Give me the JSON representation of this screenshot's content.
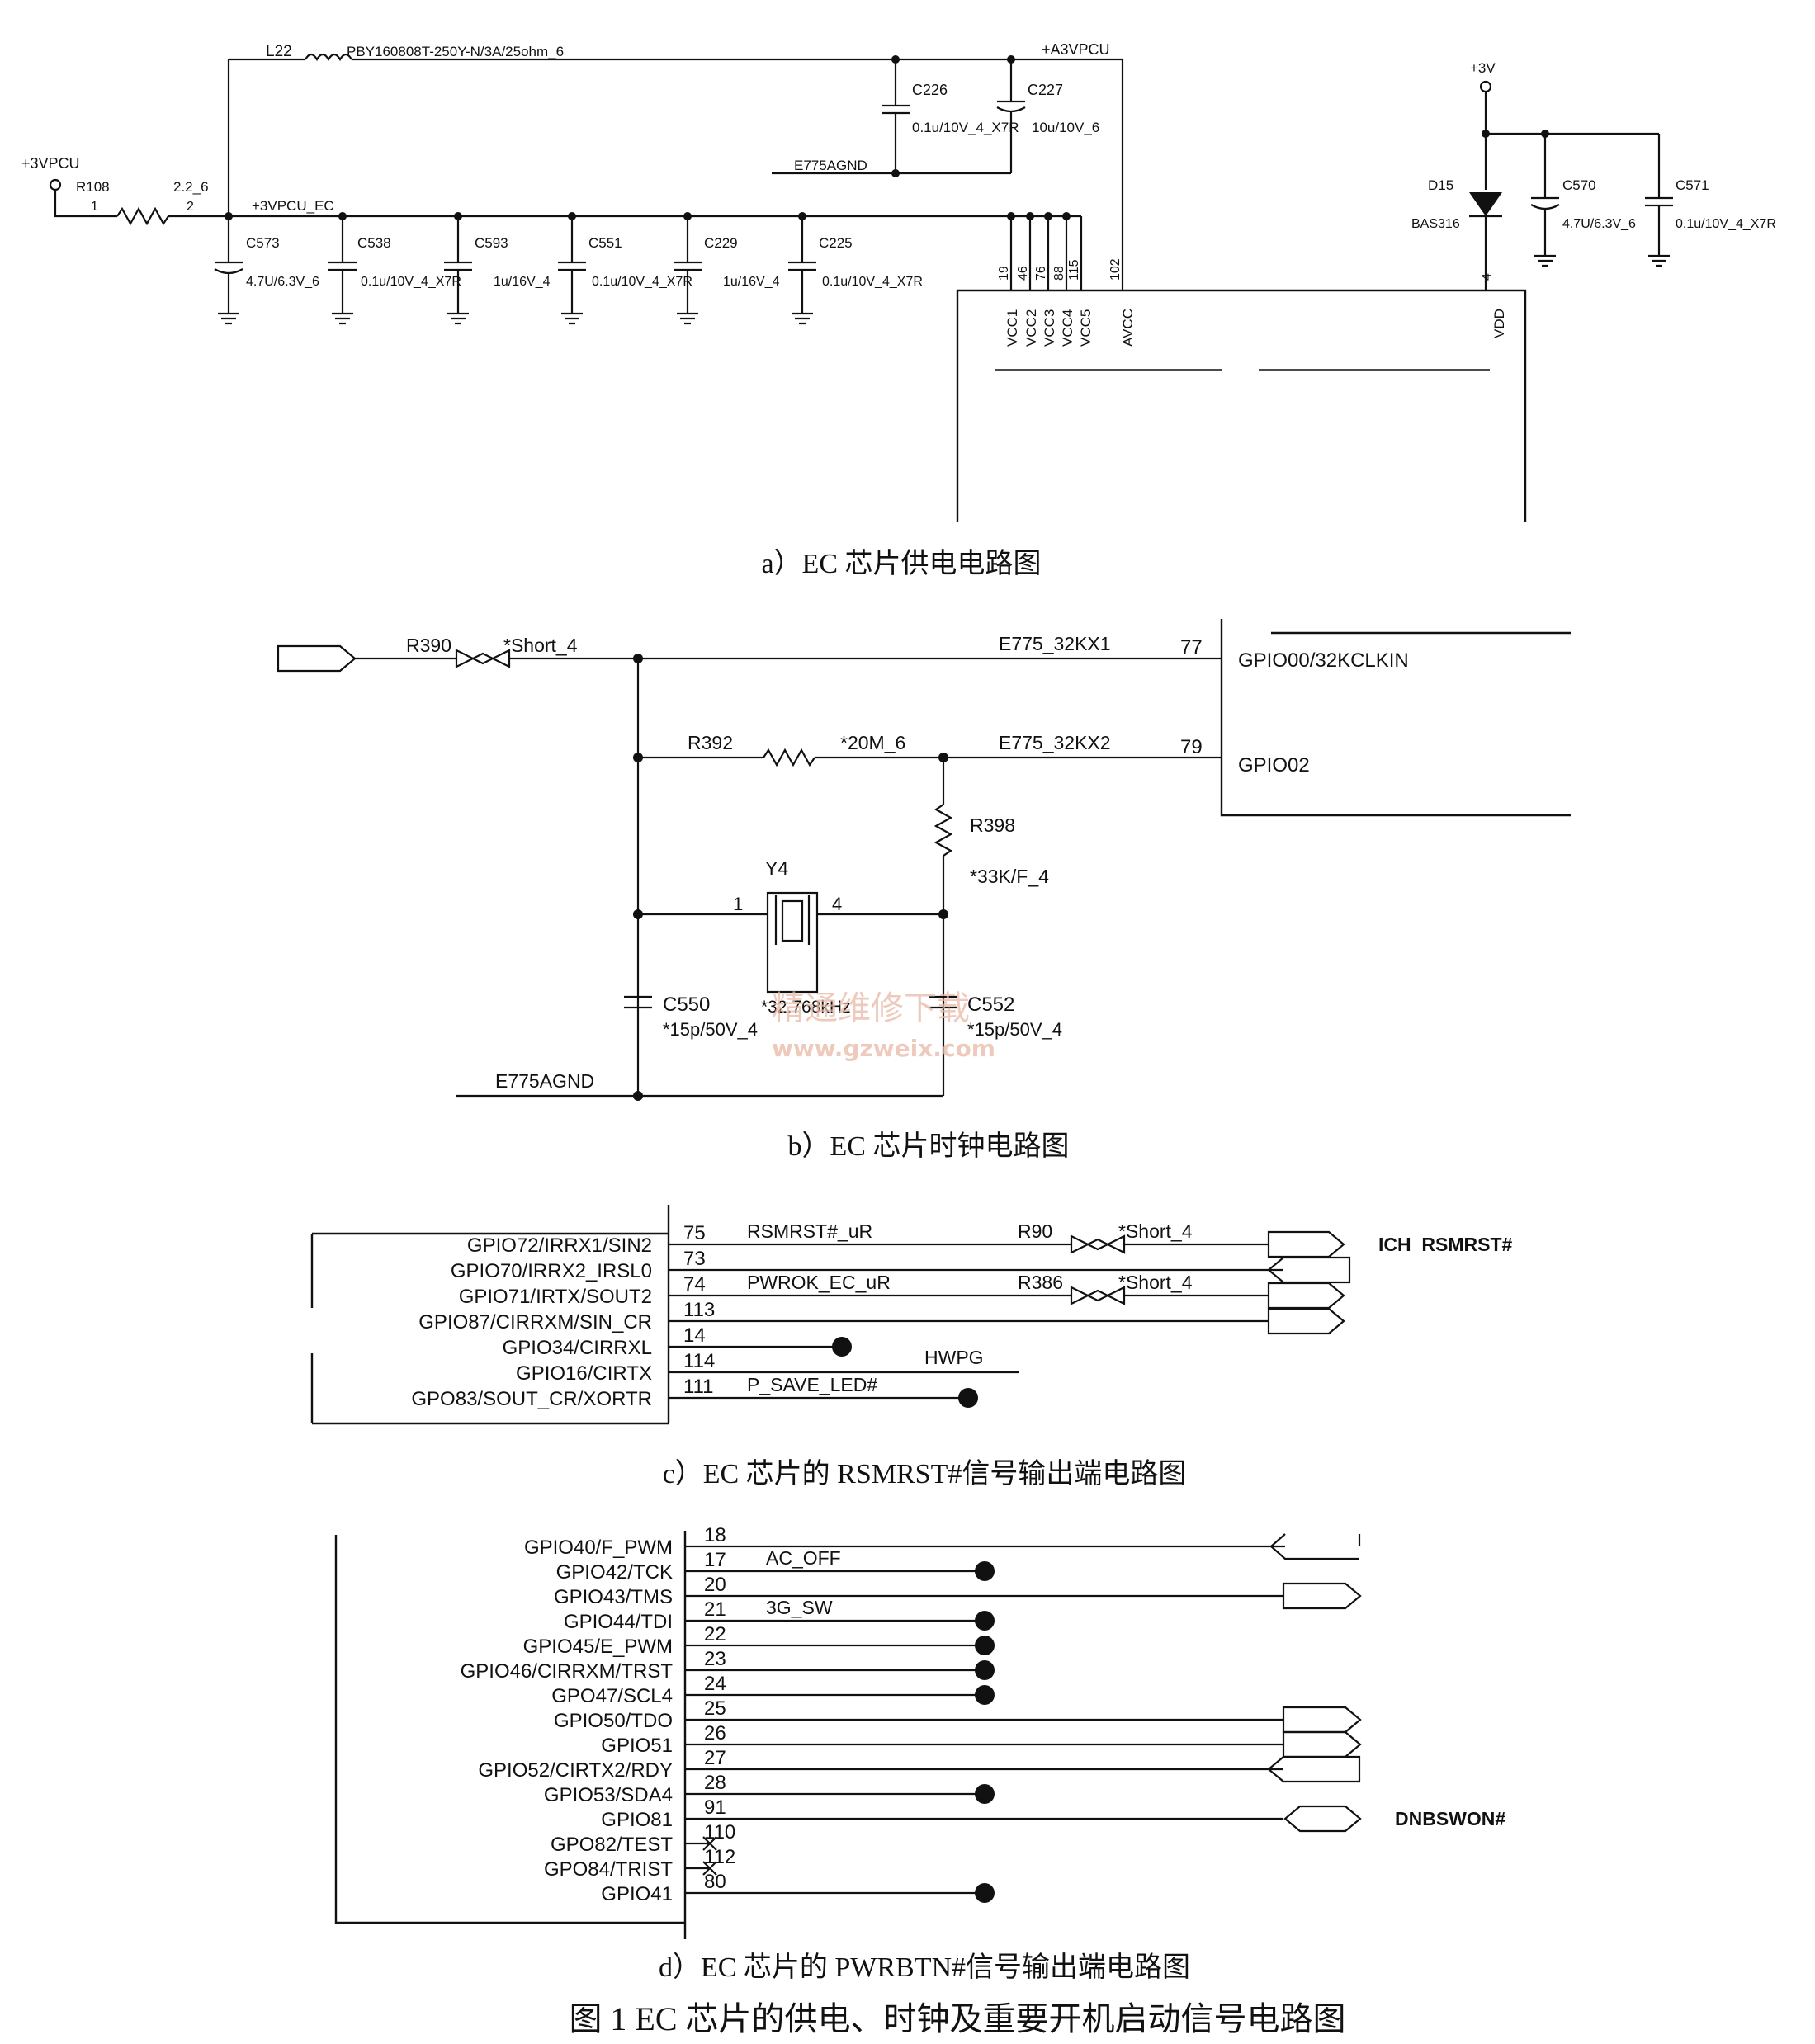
{
  "figure": {
    "title": "图 1   EC 芯片的供电、时钟及重要开机启动信号电路图"
  },
  "panel_a": {
    "caption": "a）EC 芯片供电电路图",
    "inductor": {
      "ref": "L22",
      "value": "PBY160808T-250Y-N/3A/25ohm_6"
    },
    "nets": {
      "a3vpcu": "+A3VPCU",
      "vpcu": "+3VPCU",
      "vpcu_ec": "+3VPCU_EC",
      "agnd": "E775AGND",
      "v3": "+3V"
    },
    "resistor": {
      "ref": "R108",
      "value": "2.2_6",
      "pin1": "1",
      "pin2": "2"
    },
    "caps_top": [
      {
        "ref": "C226",
        "value": "0.1u/10V_4_X7R"
      },
      {
        "ref": "C227",
        "value": "10u/10V_6"
      }
    ],
    "caps_row": [
      {
        "ref": "C573",
        "value": "4.7U/6.3V_6"
      },
      {
        "ref": "C538",
        "value": "0.1u/10V_4_X7R"
      },
      {
        "ref": "C593",
        "value": "1u/16V_4"
      },
      {
        "ref": "C551",
        "value": "0.1u/10V_4_X7R"
      },
      {
        "ref": "C229",
        "value": "1u/16V_4"
      },
      {
        "ref": "C225",
        "value": "0.1u/10V_4_X7R"
      }
    ],
    "diode": {
      "ref": "D15",
      "value": "BAS316"
    },
    "caps_right": [
      {
        "ref": "C570",
        "value": "4.7U/6.3V_6"
      },
      {
        "ref": "C571",
        "value": "0.1u/10V_4_X7R"
      }
    ],
    "pin_numbers": [
      "19",
      "46",
      "76",
      "88",
      "115",
      "102",
      "4"
    ],
    "pin_names": [
      "VCC1",
      "VCC2",
      "VCC3",
      "VCC4",
      "VCC5",
      "AVCC",
      "VDD"
    ]
  },
  "panel_b": {
    "caption": "b）EC 芯片时钟电路图",
    "r390": {
      "ref": "R390",
      "value": "*Short_4"
    },
    "r392": {
      "ref": "R392",
      "value": "*20M_6"
    },
    "r398": {
      "ref": "R398",
      "value": "*33K/F_4"
    },
    "crystal": {
      "ref": "Y4",
      "value": "*32.768kHz",
      "pin1": "1",
      "pin4": "4"
    },
    "c550": {
      "ref": "C550",
      "value": "*15p/50V_4"
    },
    "c552": {
      "ref": "C552",
      "value": "*15p/50V_4"
    },
    "agnd": "E775AGND",
    "net1": "E775_32KX1",
    "net2": "E775_32KX2",
    "pin77": "77",
    "pin79": "79",
    "gpio00": "GPIO00/32KCLKIN",
    "gpio02": "GPIO02",
    "watermark1": "精通维修下载",
    "watermark2": "www.gzweix.com"
  },
  "panel_c": {
    "caption": "c）EC 芯片的 RSMRST#信号输出端电路图",
    "pins": [
      {
        "name": "GPIO72/IRRX1/SIN2",
        "num": "75"
      },
      {
        "name": "GPIO70/IRRX2_IRSL0",
        "num": "73"
      },
      {
        "name": "GPIO71/IRTX/SOUT2",
        "num": "74"
      },
      {
        "name": "GPIO87/CIRRXM/SIN_CR",
        "num": "113"
      },
      {
        "name": "GPIO34/CIRRXL",
        "num": "14"
      },
      {
        "name": "GPIO16/CIRTX",
        "num": "114"
      },
      {
        "name": "GPO83/SOUT_CR/XORTR",
        "num": "111"
      }
    ],
    "nets": {
      "rsmrst": "RSMRST#_uR",
      "pwrok": "PWROK_EC_uR",
      "hwpg": "HWPG",
      "psave": "P_SAVE_LED#"
    },
    "r90": {
      "ref": "R90",
      "value": "*Short_4"
    },
    "r386": {
      "ref": "R386",
      "value": "*Short_4"
    },
    "offpage": "ICH_RSMRST#"
  },
  "panel_d": {
    "caption": "d）EC 芯片的 PWRBTN#信号输出端电路图",
    "pins": [
      {
        "name": "GPIO40/F_PWM",
        "num": "18"
      },
      {
        "name": "GPIO42/TCK",
        "num": "17"
      },
      {
        "name": "GPIO43/TMS",
        "num": "20"
      },
      {
        "name": "GPIO44/TDI",
        "num": "21"
      },
      {
        "name": "GPIO45/E_PWM",
        "num": "22"
      },
      {
        "name": "GPIO46/CIRRXM/TRST",
        "num": "23"
      },
      {
        "name": "GPO47/SCL4",
        "num": "24"
      },
      {
        "name": "GPIO50/TDO",
        "num": "25"
      },
      {
        "name": "GPIO51",
        "num": "26"
      },
      {
        "name": "GPIO52/CIRTX2/RDY",
        "num": "27"
      },
      {
        "name": "GPIO53/SDA4",
        "num": "28"
      },
      {
        "name": "GPIO81",
        "num": "91"
      },
      {
        "name": "GPO82/TEST",
        "num": "110"
      },
      {
        "name": "GPO84/TRIST",
        "num": "112"
      },
      {
        "name": "GPIO41",
        "num": "80"
      }
    ],
    "nets": {
      "acoff": "AC_OFF",
      "sw3g": "3G_SW"
    },
    "offpage": "DNBSWON#"
  }
}
